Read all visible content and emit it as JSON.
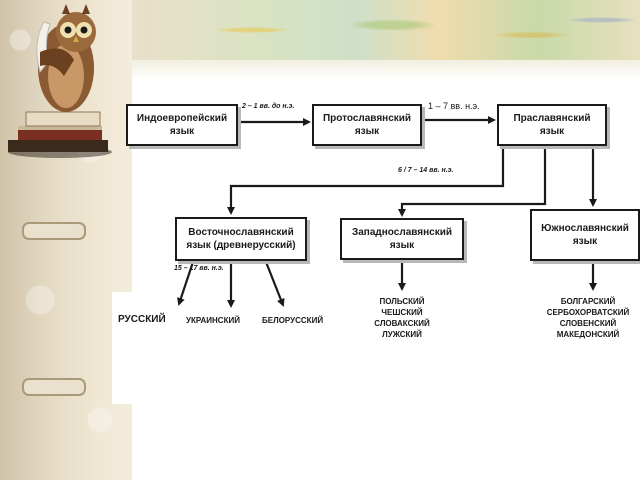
{
  "boxes": {
    "indo_european": "Индоевропейский язык",
    "proto_slavic": "Протославянский язык",
    "pra_slavic": "Праславянский язык",
    "east_slavic": "Восточнославянский язык (древнерусский)",
    "west_slavic": "Западнославянский язык",
    "south_slavic": "Южнославянский язык"
  },
  "edge_labels": {
    "indo_to_proto": "2 – 1 вв. до н.э.",
    "proto_to_pra": "1 – 7 вв. н.э.",
    "pra_split": "6 / 7 – 14 вв. н.э.",
    "east_split": "15 – 17 вв. н.э."
  },
  "east_languages": {
    "russian": "РУССКИЙ",
    "ukrainian": "УКРАИНСКИЙ",
    "belarusian": "БЕЛОРУССКИЙ"
  },
  "west_languages": [
    "ПОЛЬСКИЙ",
    "ЧЕШСКИЙ",
    "СЛОВАКСКИЙ",
    "ЛУЖСКИЙ"
  ],
  "south_languages": [
    "БОЛГАРСКИЙ",
    "СЕРБОХОРВАТСКИЙ",
    "СЛОВЕНСКИЙ",
    "МАКЕДОНСКИЙ"
  ],
  "decor": {
    "owl_icon": "owl-on-books-icon",
    "colors": {
      "parchment": "#e3d9c3",
      "ink": "#1a1a1a",
      "shadow": "#b8b8b8"
    }
  }
}
